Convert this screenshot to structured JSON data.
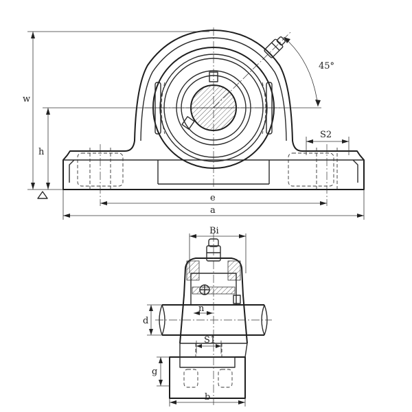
{
  "front_view": {
    "labels": {
      "w": "w",
      "h": "h",
      "e": "e",
      "a": "a",
      "s2": "S2",
      "angle": "45°"
    }
  },
  "side_view": {
    "labels": {
      "bi": "Bi",
      "n": "n",
      "d": "d",
      "s1": "S1",
      "g": "g",
      "b": "b"
    }
  }
}
